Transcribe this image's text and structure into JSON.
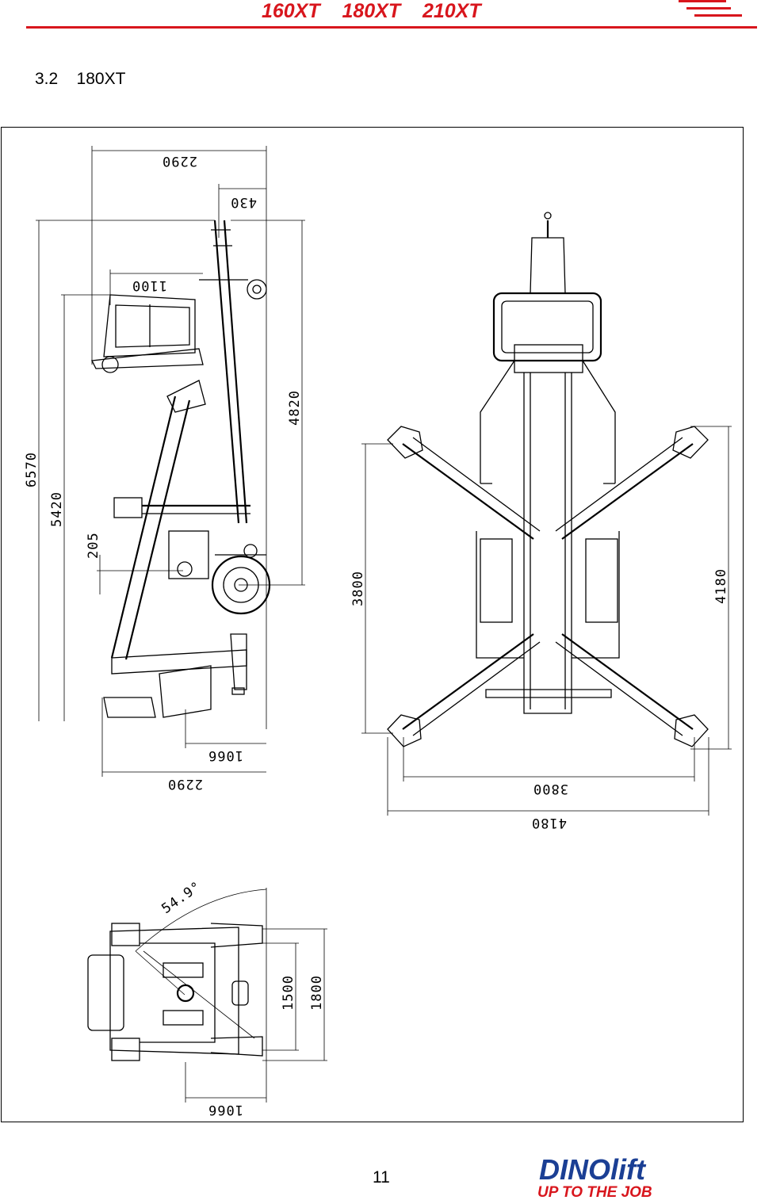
{
  "header": {
    "models": [
      "160XT",
      "180XT",
      "210XT"
    ],
    "accent_color": "#d8161d"
  },
  "section": {
    "number": "3.2",
    "title": "180XT"
  },
  "side_view": {
    "dims": {
      "top_width": "2290",
      "top_offset": "430",
      "basket_width": "1100",
      "height_stowed": "4820",
      "total_length": "6570",
      "length_basket": "5420",
      "ground_clearance": "205",
      "bottom_inner": "1066",
      "bottom_width": "2290"
    }
  },
  "top_view": {
    "dims": {
      "outrigger_length": "3800",
      "outrigger_span_length": "4180",
      "outrigger_width": "3800",
      "outrigger_span_width": "4180"
    }
  },
  "rear_view": {
    "dims": {
      "angle": "54.9°",
      "track_width": "1500",
      "overall_width": "1800",
      "inner_width": "1066"
    }
  },
  "footer": {
    "page_number": "11",
    "brand_name": "DINOlift",
    "brand_tagline": "UP TO THE JOB",
    "brand_color": "#1b3f94",
    "tagline_color": "#d8161d"
  }
}
